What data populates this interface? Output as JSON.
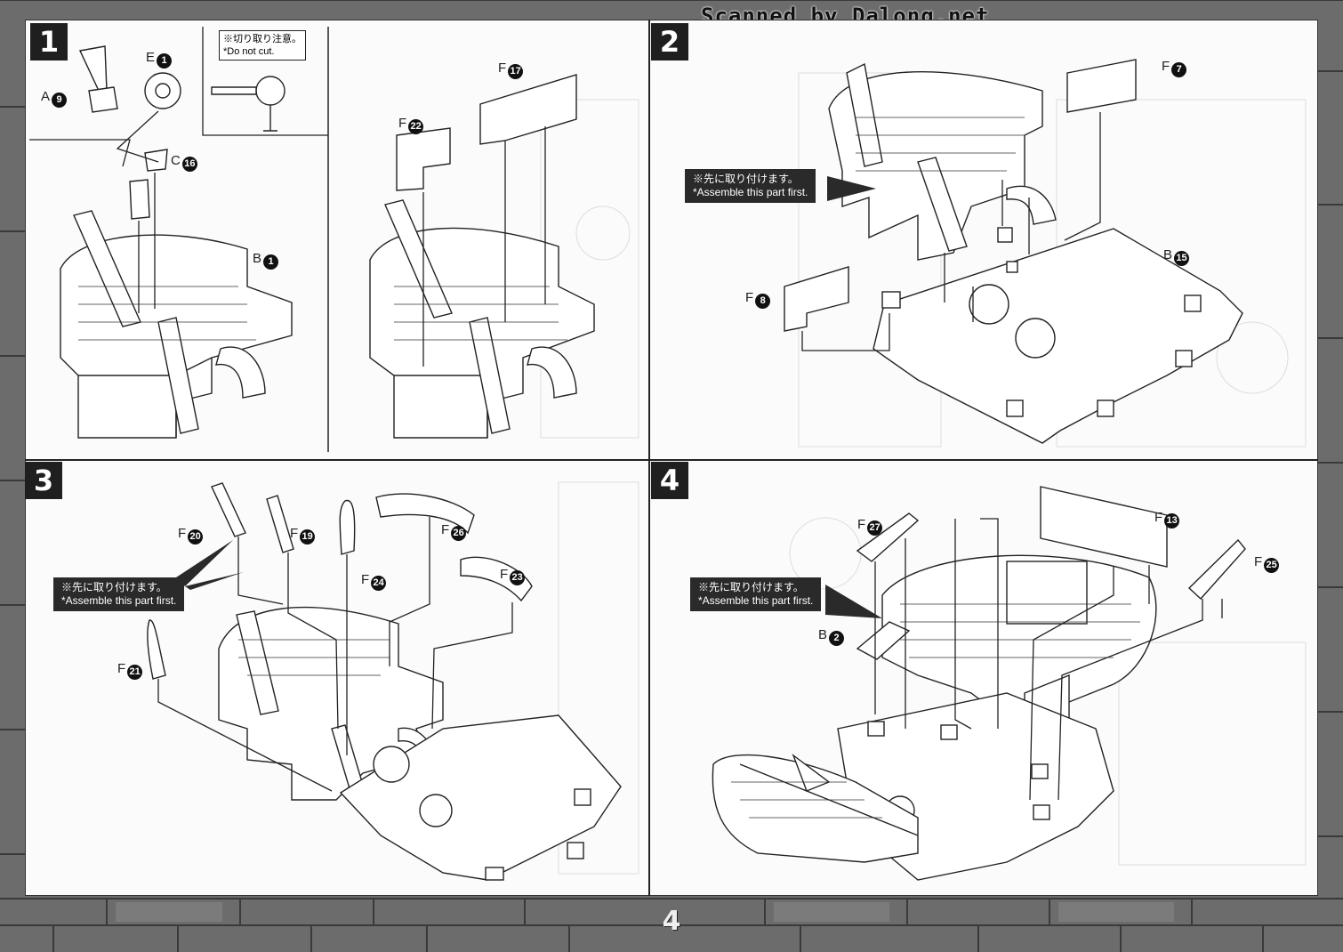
{
  "watermark": "Scanned by Dalong.net",
  "page_number": "4",
  "colors": {
    "stone": "#6f6f6f",
    "sheet": "#fbfbfb",
    "callout_bg": "#2a2a2a"
  },
  "steps": [
    {
      "number": "1",
      "parts": [
        {
          "letter": "A",
          "num": "9"
        },
        {
          "letter": "E",
          "num": "1"
        },
        {
          "letter": "C",
          "num": "16"
        },
        {
          "letter": "B",
          "num": "1"
        },
        {
          "letter": "F",
          "num": "22"
        },
        {
          "letter": "F",
          "num": "17"
        }
      ],
      "note": {
        "jp": "※切り取り注意。",
        "en": "*Do not cut."
      }
    },
    {
      "number": "2",
      "parts": [
        {
          "letter": "F",
          "num": "7"
        },
        {
          "letter": "B",
          "num": "15"
        },
        {
          "letter": "F",
          "num": "8"
        }
      ],
      "callout": {
        "jp": "※先に取り付けます。",
        "en": "*Assemble this part first."
      }
    },
    {
      "number": "3",
      "parts": [
        {
          "letter": "F",
          "num": "20"
        },
        {
          "letter": "F",
          "num": "19"
        },
        {
          "letter": "F",
          "num": "26"
        },
        {
          "letter": "F",
          "num": "23"
        },
        {
          "letter": "F",
          "num": "24"
        },
        {
          "letter": "F",
          "num": "21"
        }
      ],
      "callout": {
        "jp": "※先に取り付けます。",
        "en": "*Assemble this part first."
      }
    },
    {
      "number": "4",
      "parts": [
        {
          "letter": "F",
          "num": "27"
        },
        {
          "letter": "F",
          "num": "13"
        },
        {
          "letter": "F",
          "num": "25"
        },
        {
          "letter": "B",
          "num": "2"
        }
      ],
      "callout": {
        "jp": "※先に取り付けます。",
        "en": "*Assemble this part first."
      }
    }
  ]
}
